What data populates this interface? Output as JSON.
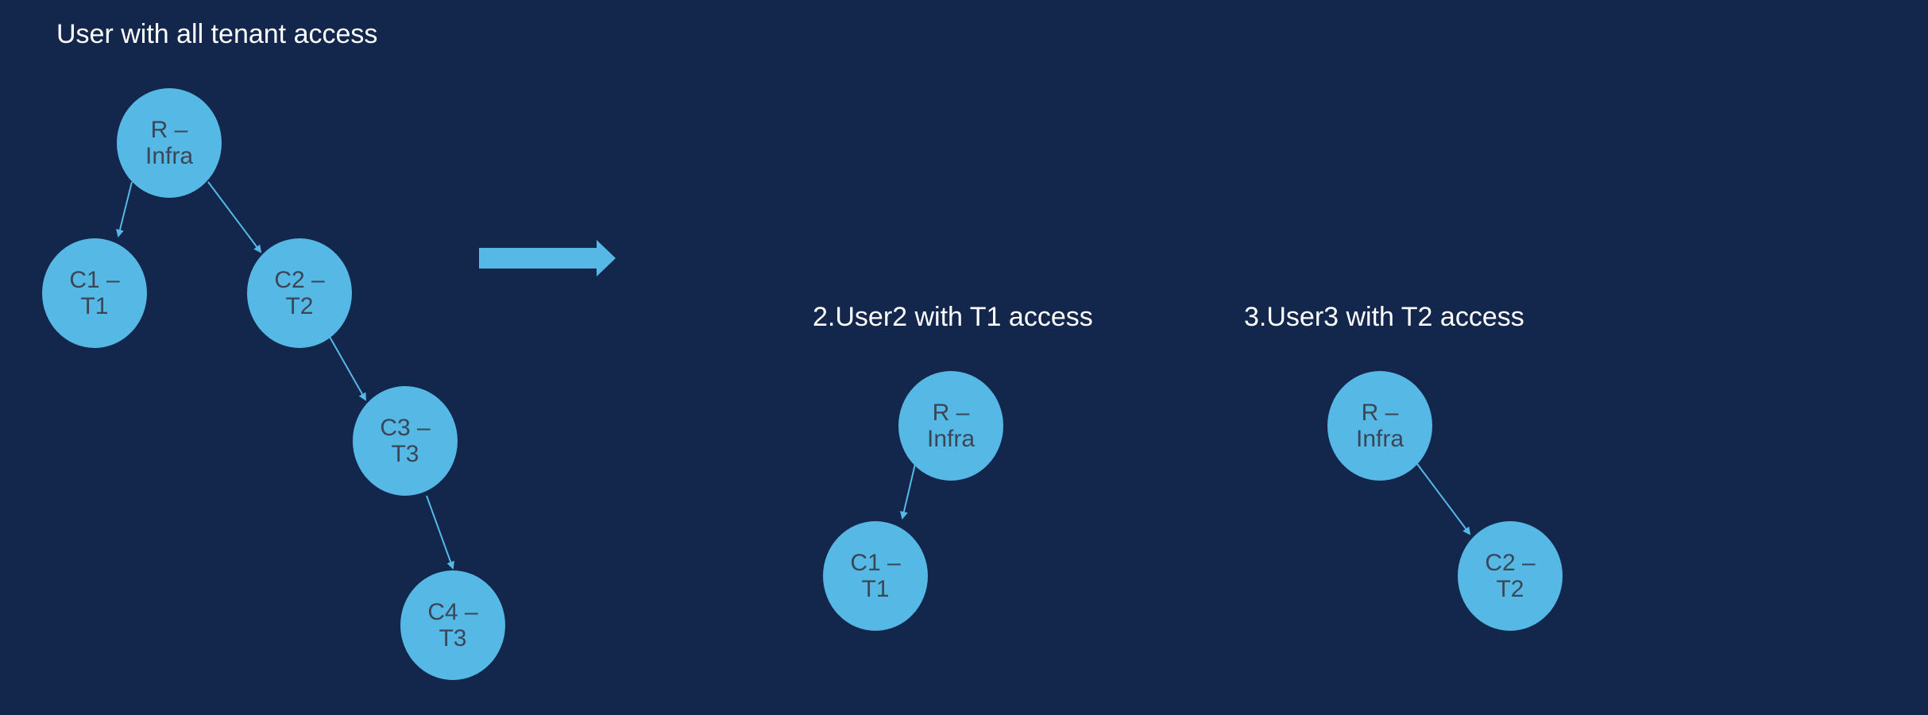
{
  "colors": {
    "background": "#13264c",
    "node_fill": "#56b8e5",
    "node_text": "#3a4656",
    "edge": "#56b8e5",
    "title_text": "#ffffff"
  },
  "diagram_left": {
    "title": "User with all tenant access",
    "nodes": {
      "root": {
        "line1": "R –",
        "line2": "Infra"
      },
      "c1": {
        "line1": "C1 –",
        "line2": "T1"
      },
      "c2": {
        "line1": "C2 –",
        "line2": "T2"
      },
      "c3": {
        "line1": "C3 –",
        "line2": "T3"
      },
      "c4": {
        "line1": "C4 –",
        "line2": "T3"
      }
    },
    "edges": [
      {
        "from": "R – Infra",
        "to": "C1 – T1"
      },
      {
        "from": "R – Infra",
        "to": "C2 – T2"
      },
      {
        "from": "C2 – T2",
        "to": "C3 – T3"
      },
      {
        "from": "C3 – T3",
        "to": "C4 – T3"
      }
    ]
  },
  "transition_arrow": {
    "icon": "right-arrow-icon"
  },
  "diagram_user2": {
    "title": "2.User2 with T1 access",
    "nodes": {
      "root": {
        "line1": "R –",
        "line2": "Infra"
      },
      "c1": {
        "line1": "C1 –",
        "line2": "T1"
      }
    },
    "edges": [
      {
        "from": "R – Infra",
        "to": "C1 – T1"
      }
    ]
  },
  "diagram_user3": {
    "title": "3.User3 with T2 access",
    "nodes": {
      "root": {
        "line1": "R –",
        "line2": "Infra"
      },
      "c2": {
        "line1": "C2 –",
        "line2": "T2"
      }
    },
    "edges": [
      {
        "from": "R – Infra",
        "to": "C2 – T2"
      }
    ]
  }
}
